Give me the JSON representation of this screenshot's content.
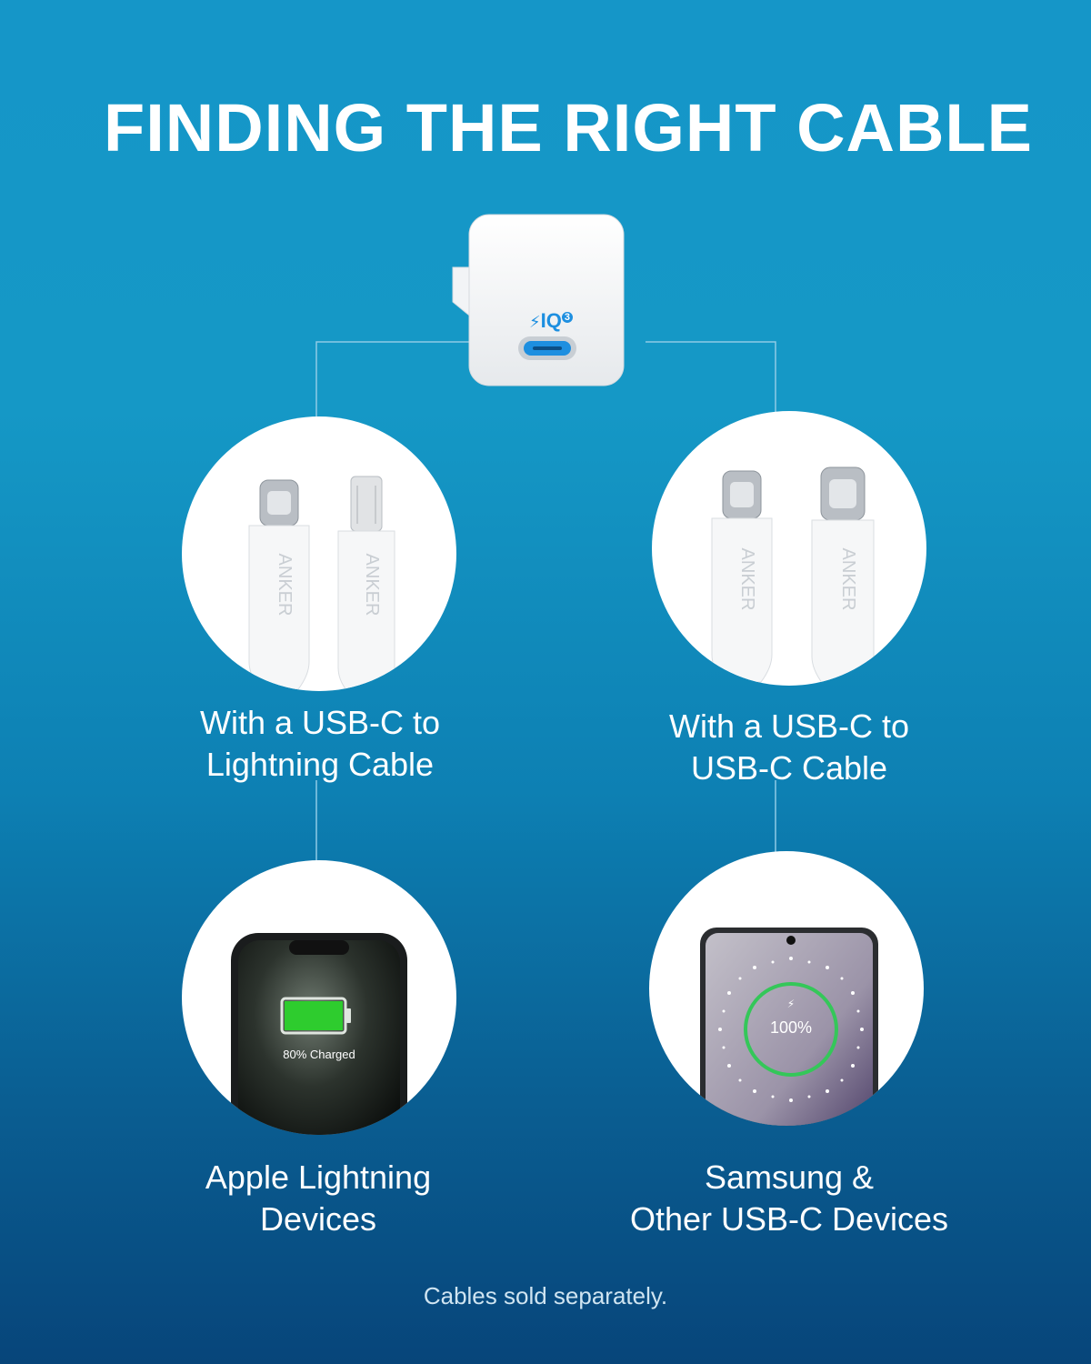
{
  "title": "FINDING THE RIGHT CABLE",
  "charger": {
    "badge": "IQ",
    "badge_sup": "3"
  },
  "cables": [
    {
      "label_line1": "With a USB-C to",
      "label_line2": "Lightning Cable",
      "brand": "ANKER"
    },
    {
      "label_line1": "With a USB-C to",
      "label_line2": "USB-C Cable",
      "brand": "ANKER"
    }
  ],
  "devices": [
    {
      "label_line1": "Apple Lightning",
      "label_line2": "Devices",
      "screen_text": "80% Charged"
    },
    {
      "label_line1": "Samsung &",
      "label_line2": "Other USB-C Devices",
      "screen_text": "100%"
    }
  ],
  "footnote": "Cables sold separately.",
  "colors": {
    "accent_blue": "#1d8fe0",
    "battery_green": "#2ecc2e",
    "ring_green": "#34c759"
  }
}
